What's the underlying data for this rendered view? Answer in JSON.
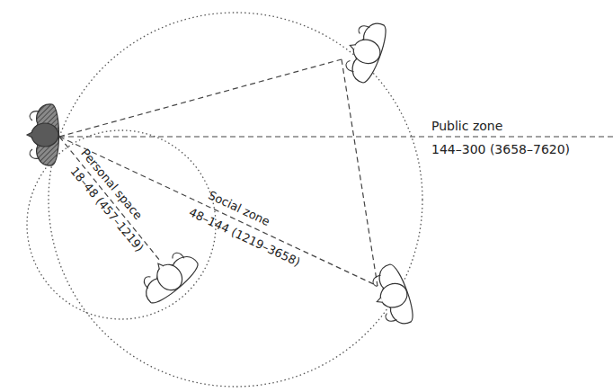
{
  "diagram": {
    "labels": [
      "Personal space",
      "18–48 (457–1219)",
      "Social zone",
      "48–144 (1219–3658)",
      "Public zone",
      "144–300 (3658–7620)"
    ]
  }
}
